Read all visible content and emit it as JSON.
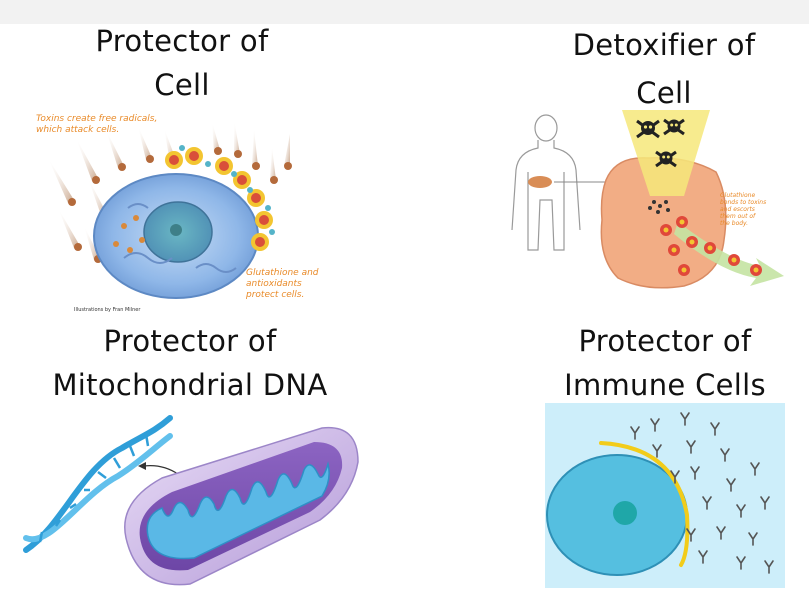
{
  "panels": {
    "cell": {
      "title_line1": "Protector of",
      "title_line2": "Cell",
      "note_top_line1": "Toxins create free radicals,",
      "note_top_line2": "which attack cells.",
      "note_bottom_line1": "Glutathione and",
      "note_bottom_line2": "antioxidants",
      "note_bottom_line3": "protect cells.",
      "credit": "Illustrations by Fran Milner"
    },
    "detox": {
      "title_line1": "Detoxifier of",
      "title_line2": "Cell",
      "note_line1": "Glutathione",
      "note_line2": "bonds to toxins",
      "note_line3": "and escorts",
      "note_line4": "them out of",
      "note_line5": "the body."
    },
    "mito": {
      "title_line1": "Protector of",
      "title_line2": "Mitochondrial DNA"
    },
    "immune": {
      "title_line1": "Protector of",
      "title_line2": "Immune Cells"
    }
  },
  "colors": {
    "orange": "#e98b2a",
    "cell_blue": "#8fb7e8",
    "detox_tissue": "#f2ad85",
    "mito_purple": "#b49ad8",
    "dna_blue": "#2f9ed8",
    "immune_bg": "#cdeefa",
    "immune_yellow": "#f2cc1a"
  }
}
